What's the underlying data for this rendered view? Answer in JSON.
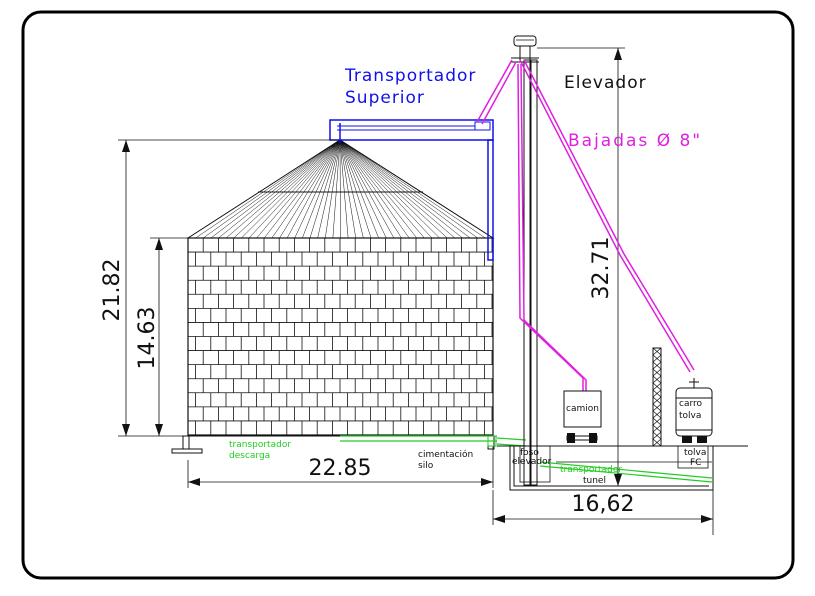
{
  "labels": {
    "transportador_superior_1": "Transportador",
    "transportador_superior_2": "Superior",
    "elevador": "Elevador",
    "bajadas": "Bajadas Ø 8\"",
    "dim_height_total": "21.82",
    "dim_height_wall": "14.63",
    "dim_width_silo": "22.85",
    "dim_height_elevator": "32.71",
    "dim_width_right": "16,62",
    "transportador_descarga_1": "transportador",
    "transportador_descarga_2": "descarga",
    "cimentacion_1": "cimentación",
    "cimentacion_2": "silo",
    "foso_1": "foso",
    "foso_2": "elevador",
    "tunel": "tunel",
    "transportador_tunel": "transportador",
    "camion": "camion",
    "carro_tolva_1": "carro",
    "carro_tolva_2": "tolva",
    "tolva_fc_1": "tolva",
    "tolva_fc_2": "FC"
  },
  "colors": {
    "conveyor_top": "#1010ee",
    "downspout": "#e020e0",
    "conveyor_bottom": "#22cc22",
    "line": "#111111"
  }
}
